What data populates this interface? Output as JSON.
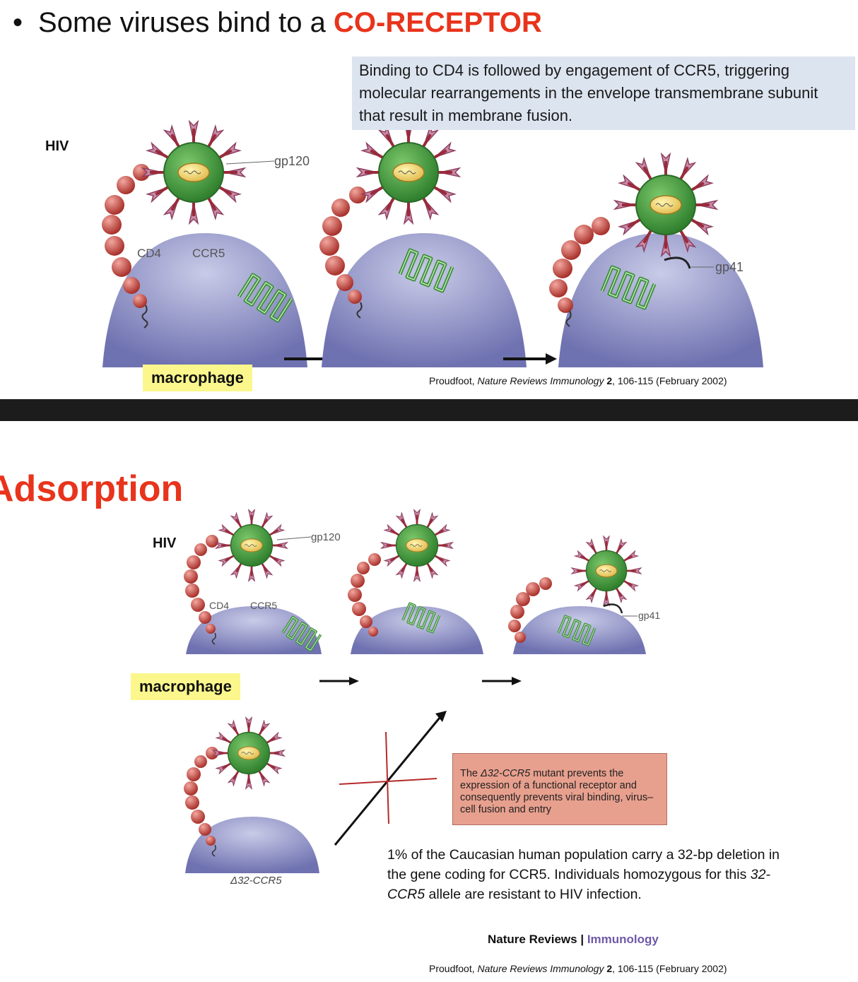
{
  "slide1": {
    "bullet_prefix": "Some viruses bind to a ",
    "bullet_highlight": "CO-RECEPTOR",
    "callout": "Binding to CD4 is followed by engagement of CCR5, triggering molecular rearrangements in the envelope transmembrane subunit that result in membrane fusion.",
    "hiv_label": "HIV",
    "labels": {
      "gp120": "gp120",
      "cd4": "CD4",
      "ccr5": "CCR5",
      "gp41": "gp41"
    },
    "macrophage_label": "macrophage",
    "citation": {
      "author": "Proudfoot, ",
      "journal": "Nature Reviews Immunology",
      "volume": "2",
      "rest": ", 106-115 (February 2002)"
    }
  },
  "slide2": {
    "title": "Adsorption",
    "hiv_label": "HIV",
    "labels": {
      "gp120": "gp120",
      "cd4": "CD4",
      "ccr5": "CCR5",
      "gp41": "gp41",
      "delta_ccr5": "Δ32-CCR5"
    },
    "macrophage_label": "macrophage",
    "mutant_note_prefix": "The ",
    "mutant_note_italic": "Δ32-CCR5",
    "mutant_note_rest": " mutant prevents the expression of a functional receptor and consequently prevents viral binding, virus–cell fusion and entry",
    "population_prefix": "1% of the Caucasian human population carry a 32-bp deletion in the gene coding for CCR5. Individuals homozygous for this ",
    "population_italic": "32-CCR5",
    "population_rest": " allele are  resistant to HIV infection.",
    "journal_brand": "Nature Reviews",
    "journal_sep": " | ",
    "journal_name": "Immunology",
    "citation": {
      "author": "Proudfoot, ",
      "journal": "Nature Reviews Immunology",
      "volume": "2",
      "rest": ", 106-115 (February 2002)"
    }
  },
  "colors": {
    "accent_red": "#e8341c",
    "callout_bg": "#dce4ef",
    "highlight_yellow": "#fbf78c",
    "virus_green": "#3f9a3c",
    "cell_blue": "#8f92c8",
    "cd4_red": "#c2453c",
    "mutant_box": "#e8a08e",
    "journal_purple": "#6e5aa8"
  }
}
